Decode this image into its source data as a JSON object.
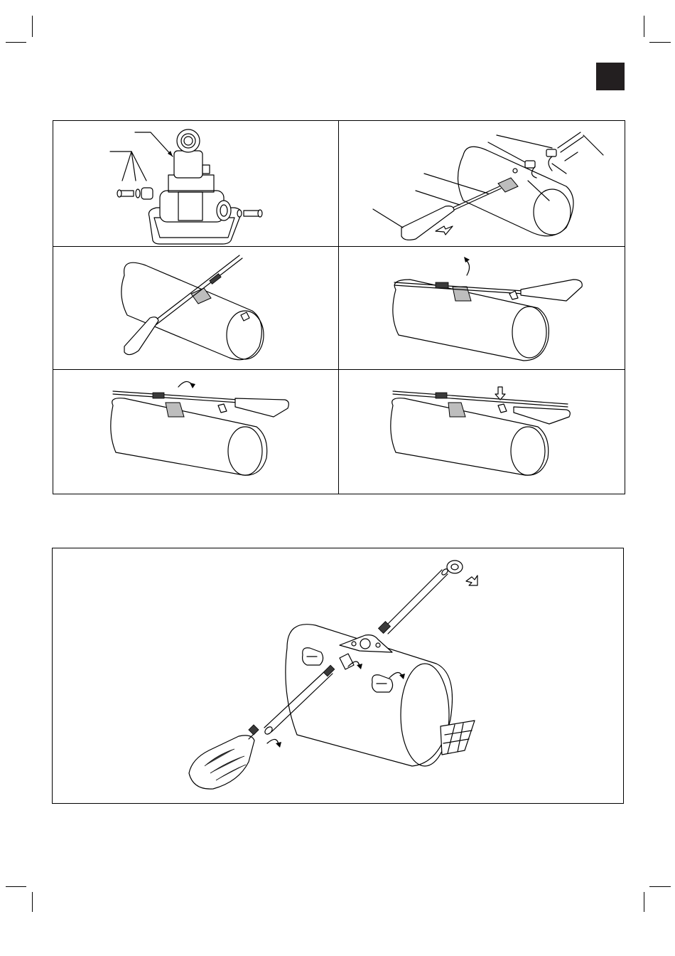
{
  "page": {
    "section_marker_color": "#231f20",
    "border_color": "#000000",
    "background_color": "#ffffff"
  },
  "figures": {
    "step_grid": [
      "assembly-parts",
      "attach-oar-to-tube",
      "oar-rotated",
      "oar-turned",
      "oar-locked",
      "oar-stowed"
    ],
    "large_figure": "oar-assembly-exploded",
    "icons": [
      "curved-arrow-icon",
      "straight-arrow-icon",
      "down-arrow-icon"
    ]
  }
}
